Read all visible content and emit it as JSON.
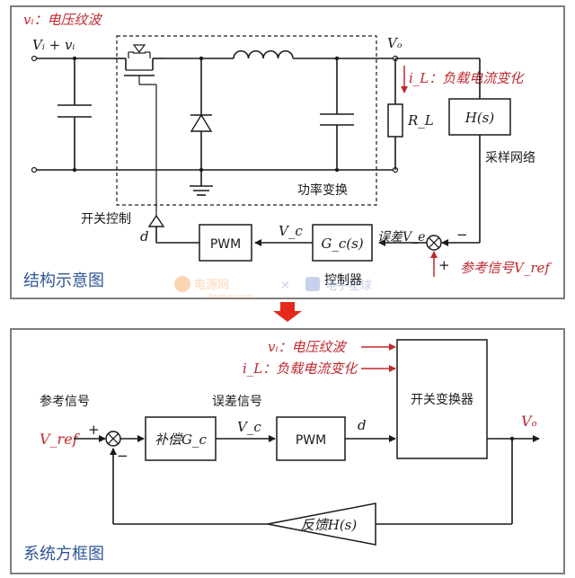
{
  "top_panel": {
    "vi_label": "vᵢ：电压纹波",
    "input_label": "Vᵢ + vᵢ",
    "vo_label": "Vₒ",
    "il_label": "i_L：负载电流变化",
    "rl_label": "R_L",
    "sensor_label": "H(s)",
    "sampling_label": "采样网络",
    "power_stage_label": "功率变换",
    "switch_control_label": "开关控制",
    "duty_label": "d",
    "pwm_label": "PWM",
    "vc_label": "V_c",
    "controller_block_label": "G_c(s)",
    "controller_label": "控制器",
    "error_label": "误差V_e",
    "minus_sign": "−",
    "plus_sign": "+",
    "reference_label": "参考信号V_ref",
    "panel_title": "结构示意图"
  },
  "watermark": {
    "brand_text": "电源网",
    "brand_url": "DianYuan.com",
    "partner_text": "电子星球"
  },
  "bottom_panel": {
    "vi_label": "vᵢ：电压纹波",
    "il_label": "i_L：负载电流变化",
    "converter_label": "开关变换器",
    "reference_text": "参考信号",
    "error_text": "误差信号",
    "vref_label": "V_ref",
    "plus_sign": "+",
    "minus_sign": "−",
    "compensator_label": "补偿G_c",
    "vc_label": "V_c",
    "pwm_label": "PWM",
    "duty_label": "d",
    "vo_label": "Vₒ",
    "feedback_label": "反馈H(s)",
    "panel_title": "系统方框图"
  },
  "colors": {
    "accent_red": "#c0282d",
    "title_blue": "#2f5597",
    "frame_gray": "#7f7f7f",
    "arrow_red": "#e32a1c"
  }
}
